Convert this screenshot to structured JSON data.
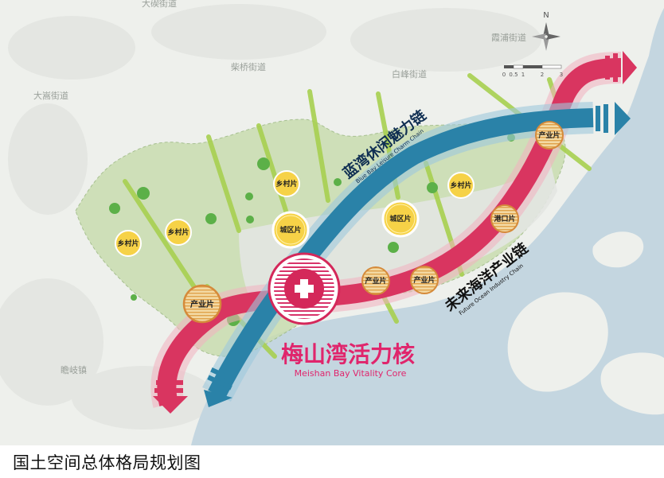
{
  "caption": "国土空间总体格局规划图",
  "place_names": {
    "p1": "大嵩街道",
    "p2": "柴桥街道",
    "p3": "白峰街道",
    "p4": "大碶街道",
    "p5": "霞浦街道",
    "p6": "瞻岐镇"
  },
  "corridors": {
    "blue_cn": "蓝湾休闲魅力链",
    "blue_en": "Blue Bay Leisure Charm Chain",
    "red_cn": "未来海洋产业链",
    "red_en": "Future Ocean Industry Chain"
  },
  "core": {
    "cn": "梅山湾活力核",
    "en": "Meishan Bay Vitality Core"
  },
  "zones": {
    "village1": "乡村片",
    "village2": "乡村片",
    "village3": "乡村片",
    "village4": "乡村片",
    "city1": "城区片",
    "city2": "城区片",
    "industry1": "产业片",
    "industry2": "产业片",
    "industry3": "产业片",
    "industry4": "产业片",
    "port": "港口片"
  },
  "compass": {
    "north": "N"
  },
  "scale": {
    "labels": [
      "0",
      "0.5",
      "1",
      "2",
      "3"
    ]
  },
  "colors": {
    "sea": "#c4d6e0",
    "land": "#eef0ec",
    "green_area": "#c9ddb0",
    "red_chain": "#d93560",
    "blue_chain": "#2a82a8",
    "green_axis": "#a8d050",
    "zone_yellow": "#f6d247",
    "zone_orange": "#d58a3a",
    "core_red": "#d4285a",
    "core_text": "#e0256c"
  }
}
